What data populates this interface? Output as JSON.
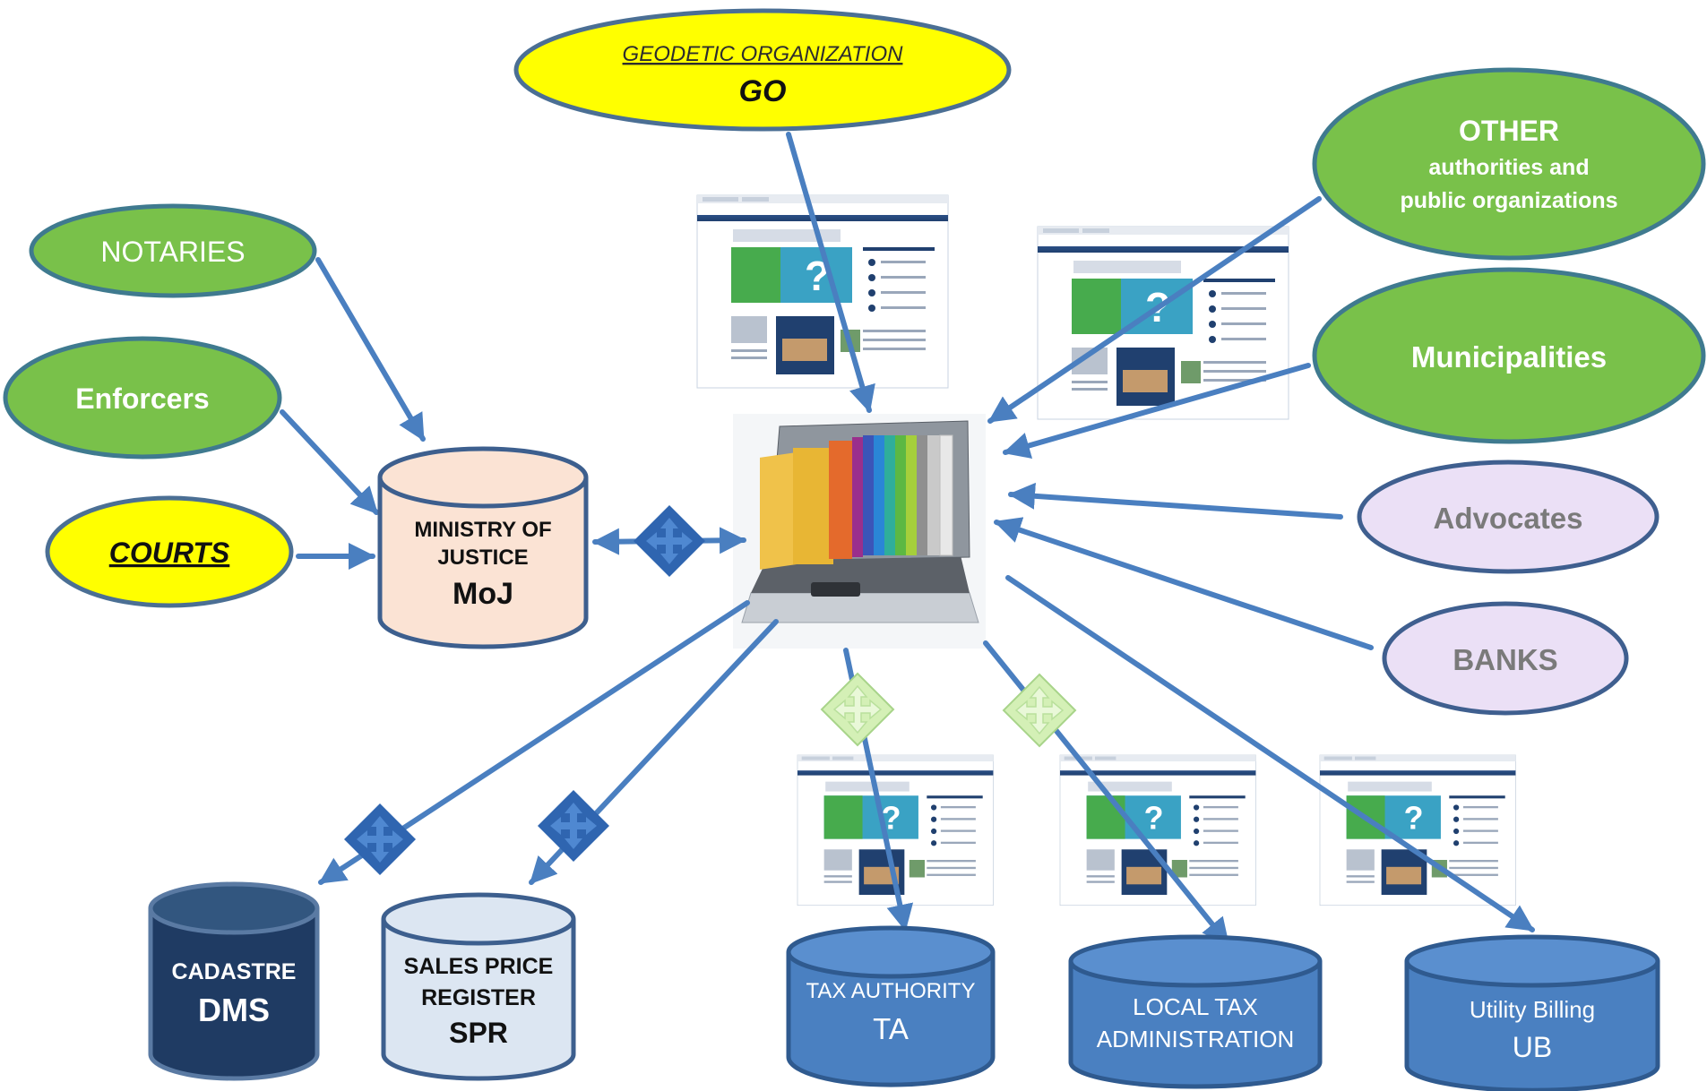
{
  "nodes": {
    "go": {
      "line1": "GEODETIC ORGANIZATION",
      "line2": "GO"
    },
    "notaries": {
      "line1": "NOTARIES"
    },
    "enforcers": {
      "line1": "Enforcers"
    },
    "courts": {
      "line1": "COURTS"
    },
    "other": {
      "line1": "OTHER",
      "line2": "authorities and",
      "line3": "public organizations"
    },
    "municipalities": {
      "line1": "Municipalities"
    },
    "advocates": {
      "line1": "Advocates"
    },
    "banks": {
      "line1": "BANKS"
    },
    "moj": {
      "line1": "MINISTRY OF",
      "line2": "JUSTICE",
      "line3": "MoJ"
    },
    "cadastre": {
      "line1": "CADASTRE",
      "line2": "DMS"
    },
    "spr": {
      "line1": "SALES PRICE",
      "line2": "REGISTER",
      "line3": "SPR"
    },
    "ta": {
      "line1": "TAX AUTHORITY",
      "line2": "TA"
    },
    "lta": {
      "line1": "LOCAL TAX",
      "line2": "ADMINISTRATION"
    },
    "ub": {
      "line1": "Utility Billing",
      "line2": "UB"
    }
  },
  "colors": {
    "arrow": "#4a7fc0",
    "green_fill": "#79c14a",
    "green_stroke": "#3f7a8f",
    "yellow_fill": "#ffff00",
    "lavender_fill": "#ebe0f6",
    "moj_fill": "#fbe3d4",
    "cadastre_fill": "#1f3b63",
    "spr_fill": "#dce6f2",
    "blue_db_fill": "#4a80c1",
    "connector_dark": "#2f65b0",
    "connector_light": "#d4f0b6"
  },
  "icons": [
    "laptop-folders-icon",
    "website-screenshot-icon",
    "connector-diamond-icon"
  ]
}
